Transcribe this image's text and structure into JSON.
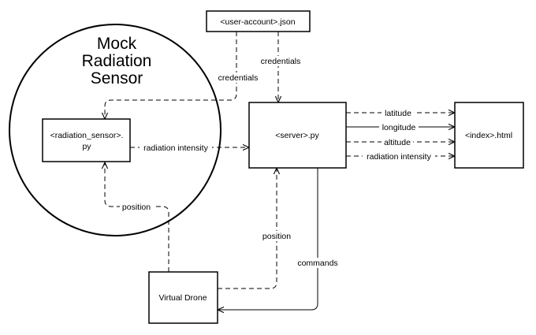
{
  "title_lines": [
    "Mock",
    "Radiation",
    "Sensor"
  ],
  "nodes": {
    "user_account": "<user-account>.json",
    "radiation_sensor_line1": "<radiation_sensor>.",
    "radiation_sensor_line2": "py",
    "server": "<server>.py",
    "index": "<index>.html",
    "drone": "Virtual Drone"
  },
  "edges": {
    "credentials_to_sensor": "credentials",
    "credentials_to_server": "credentials",
    "radiation_intensity_sensor": "radiation intensity",
    "latitude": "latitude",
    "longitude": "longitude",
    "altitude": "altitude",
    "radiation_intensity_index": "radiation intensity",
    "position_sensor": "position",
    "position_server": "position",
    "commands": "commands"
  }
}
